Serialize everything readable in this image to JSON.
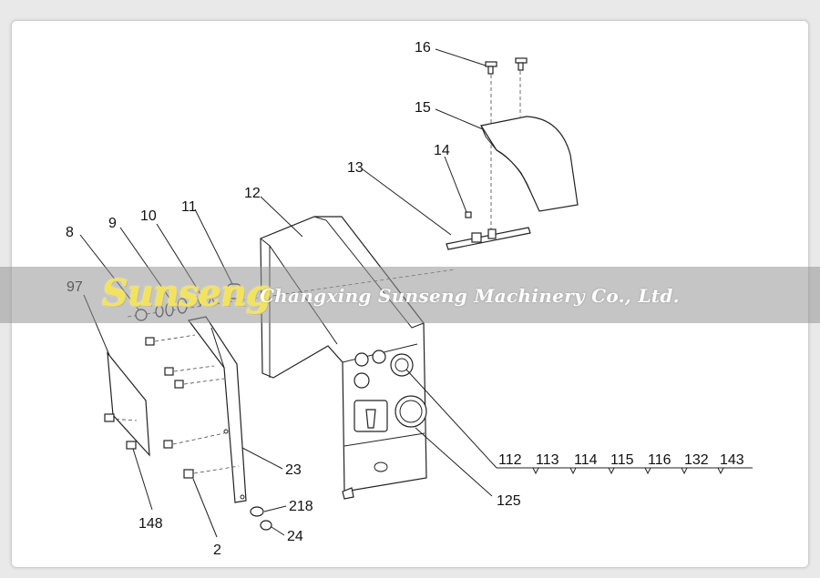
{
  "watermark": {
    "logo": "Sunseng",
    "company": "Changxing Sunseng Machinery Co., Ltd."
  },
  "callouts": {
    "c16": "16",
    "c15": "15",
    "c14": "14",
    "c13": "13",
    "c12": "12",
    "c11": "11",
    "c10": "10",
    "c9": "9",
    "c8": "8",
    "c97": "97",
    "c23": "23",
    "c218": "218",
    "c24": "24",
    "c2": "2",
    "c148": "148",
    "c125": "125",
    "c112": "112",
    "c113": "113",
    "c114": "114",
    "c115": "115",
    "c116": "116",
    "c132": "132",
    "c143": "143"
  }
}
